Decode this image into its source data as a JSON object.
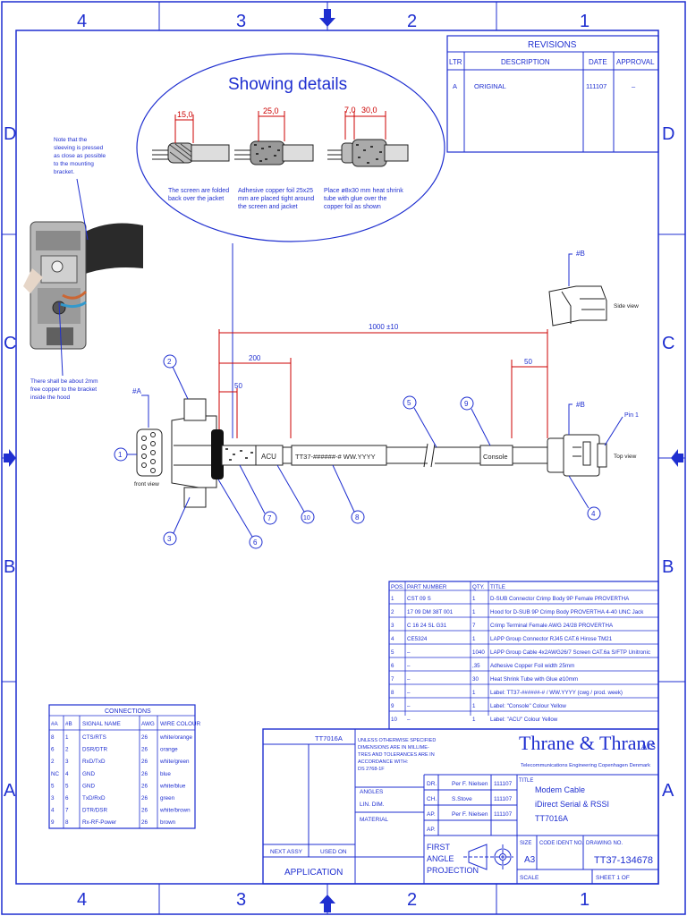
{
  "zones": {
    "columns": [
      "4",
      "3",
      "2",
      "1"
    ],
    "rows": [
      "D",
      "C",
      "B",
      "A"
    ]
  },
  "revisions": {
    "title": "REVISIONS",
    "headers": [
      "LTR",
      "DESCRIPTION",
      "DATE",
      "APPROVAL"
    ],
    "rows": [
      {
        "ltr": "A",
        "description": "ORIGINAL",
        "date": "111107",
        "approval": "–"
      }
    ]
  },
  "details": {
    "title": "Showing details",
    "items": [
      {
        "dims": [
          "15,0"
        ],
        "caption": [
          "The screen are folded",
          "back over the jacket"
        ]
      },
      {
        "dims": [
          "25,0"
        ],
        "caption": [
          "Adhesive copper foil 25x25",
          "mm are placed tight around",
          "the screen and jacket"
        ]
      },
      {
        "dims": [
          "7,0",
          "30,0"
        ],
        "caption": [
          "Place ø8x30 mm heat shrink",
          "tube with glue over the",
          "copper foil as shown"
        ]
      }
    ]
  },
  "notes": {
    "top": [
      "Note that the",
      "sleeving is pressed",
      "as close as possible",
      "to the mounting",
      "bracket."
    ],
    "bottom": [
      "There shall be about 2mm",
      "free copper to the bracket",
      "inside the hood"
    ]
  },
  "drawing": {
    "dim_total": "1000 ±10",
    "dim_200": "200",
    "dim_50_left": "50",
    "dim_50_right": "50",
    "label_acu": "ACU",
    "label_tt": "TT37-######-# WW.YYYY",
    "label_console": "Console",
    "ref_a": "#A",
    "ref_b1": "#B",
    "ref_b2": "#B",
    "front_view": "front view",
    "side_view": "Side view",
    "top_view": "Top view",
    "pin1": "Pin 1",
    "balloons": [
      "1",
      "2",
      "3",
      "4",
      "5",
      "6",
      "7",
      "8",
      "9",
      "10"
    ]
  },
  "parts": {
    "headers": [
      "POS.",
      "PART NUMBER",
      "QTY.",
      "TITLE"
    ],
    "rows": [
      [
        "1",
        "CST 09 S",
        "1",
        "D-SUB Connector Crimp Body  9P Female PROVERTHA"
      ],
      [
        "2",
        "17 09 DM 38T 001",
        "1",
        "Hood for D-SUB  9P Crimp Body PROVERTHA 4-40 UNC Jack"
      ],
      [
        "3",
        "C 16 24 SL G31",
        "7",
        "Crimp Terminal Female AWG 24/28 PROVERTHA"
      ],
      [
        "4",
        "CE5324",
        "1",
        "LAPP Group Connector RJ45 CAT.6 Hirose TM21"
      ],
      [
        "5",
        "–",
        "1040",
        "LAPP Group Cable 4x2AWG26/7 Screen CAT.6a S/FTP Unitronic"
      ],
      [
        "6",
        "–",
        ",35",
        "Adhesive Copper Foil width 25mm"
      ],
      [
        "7",
        "–",
        "30",
        "Heat Shrink Tube with Glue ø10mm"
      ],
      [
        "8",
        "–",
        "1",
        "Label:  TT37-######-# / WW.YYYY (cwg / prod. week)"
      ],
      [
        "9",
        "–",
        "1",
        "Label:  \"Console\"  Colour Yellow"
      ],
      [
        "10",
        "–",
        "1",
        "Label:  \"ACU\"  Colour Yellow"
      ]
    ]
  },
  "connections": {
    "title": "CONNECTIONS",
    "headers": [
      "#A",
      "#B",
      "SIGNAL NAME",
      "AWG",
      "WIRE COLOUR"
    ],
    "rows": [
      [
        "8",
        "1",
        "CTS/RTS",
        "26",
        "white/orange"
      ],
      [
        "6",
        "2",
        "DSR/DTR",
        "26",
        "orange"
      ],
      [
        "2",
        "3",
        "RxD/TxD",
        "26",
        "white/green"
      ],
      [
        "NC",
        "4",
        "GND",
        "26",
        "blue"
      ],
      [
        "5",
        "5",
        "GND",
        "26",
        "white/blue"
      ],
      [
        "3",
        "6",
        "TxD/RxD",
        "26",
        "green"
      ],
      [
        "4",
        "7",
        "DTR/DSR",
        "26",
        "white/brown"
      ],
      [
        "9",
        "8",
        "Rx-RF-Power",
        "26",
        "brown"
      ]
    ]
  },
  "titleblock": {
    "assy_number": "TT7016A",
    "tolerance_note": [
      "UNLESS OTHERWISE SPECIFIED",
      "DIMENSIONS ARE IN MILLIME-",
      "TRES AND TOLERANCES ARE IN",
      "ACCORDANCE WITH:",
      "DS 2768-1F"
    ],
    "angles": "ANGLES",
    "lin_dim": "LIN. DIM.",
    "material": "MATERIAL",
    "next_assy": "NEXT ASSY",
    "used_on": "USED ON",
    "application": "APPLICATION",
    "roles": [
      {
        "role": "DR.",
        "name": "Per F. Nielsen",
        "date": "111107"
      },
      {
        "role": "CH.",
        "name": "S.Stove",
        "date": "111107"
      },
      {
        "role": "AP.",
        "name": "Per F. Nielsen",
        "date": "111107"
      },
      {
        "role": "AP.",
        "name": "",
        "date": ""
      }
    ],
    "company": "Thrane & Thrane",
    "company_suffix": "A/S",
    "company_sub": "Telecommunications Engineering  Copenhagen  Denmark",
    "title_label": "TITLE",
    "title_lines": [
      "Modem Cable",
      "iDirect Serial & RSSI",
      "TT7016A"
    ],
    "projection": [
      "FIRST",
      "ANGLE",
      "PROJECTION"
    ],
    "size_label": "SIZE",
    "size": "A3",
    "code_label": "CODE IDENT NO.",
    "drawing_label": "DRAWING NO.",
    "drawing_no": "TT37-134678",
    "scale_label": "SCALE",
    "sheet": "SHEET 1 OF"
  }
}
